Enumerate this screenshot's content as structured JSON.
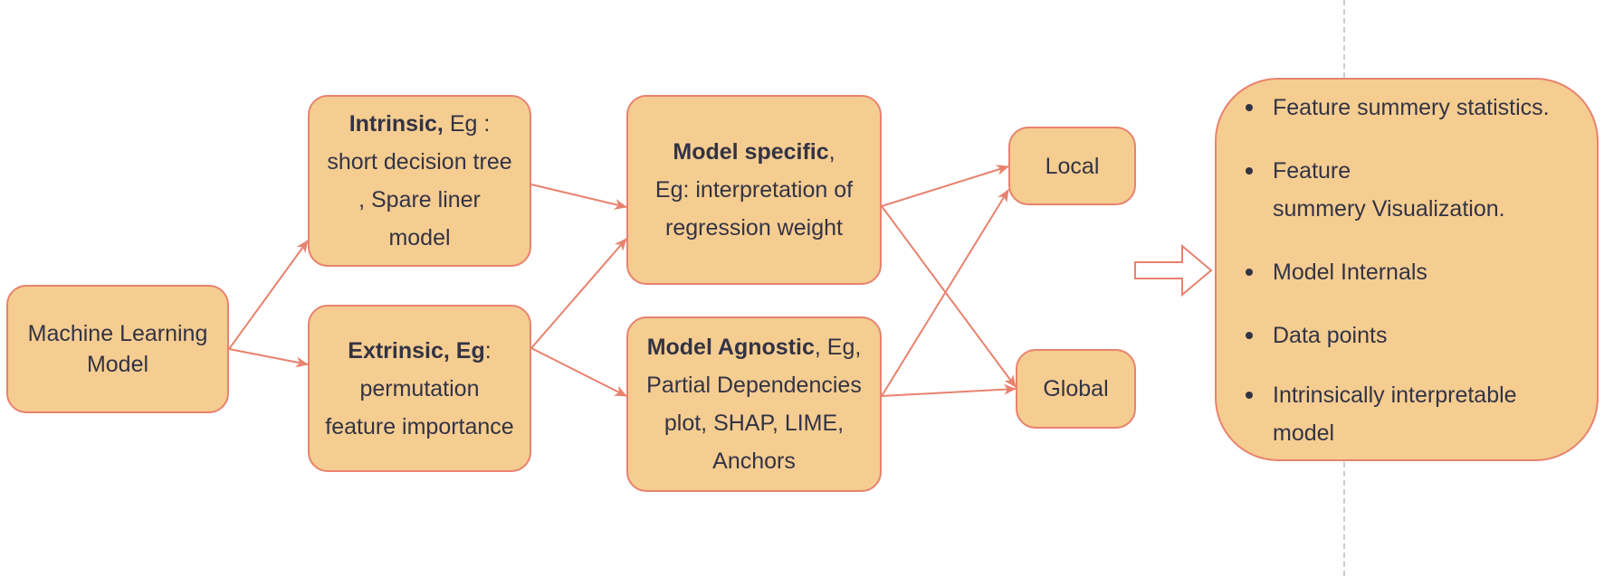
{
  "nodes": {
    "ml": {
      "line1": "Machine Learning",
      "line2": "Model"
    },
    "intrinsic": {
      "bold": "Intrinsic,",
      "rest": " Eg :",
      "line2": "short decision tree",
      "line3": ", Spare liner",
      "line4": "model"
    },
    "extrinsic": {
      "bold": "Extrinsic, Eg",
      "rest": ":",
      "line2": "permutation",
      "line3": "feature importance"
    },
    "specific": {
      "bold": "Model specific",
      "rest": ",",
      "line2": "Eg: interpretation of",
      "line3": "regression weight"
    },
    "agnostic": {
      "bold": "Model Agnostic",
      "rest": ", Eg,",
      "line2": "Partial Dependencies",
      "line3": "plot, SHAP, LIME,",
      "line4": "Anchors"
    },
    "local": {
      "label": "Local"
    },
    "global": {
      "label": "Global"
    }
  },
  "summary": {
    "items": [
      [
        "Feature summery statistics."
      ],
      [
        "Feature",
        "summery Visualization."
      ],
      [
        "Model Internals"
      ],
      [
        "Data points"
      ],
      [
        "Intrinsically interpretable",
        "model"
      ]
    ]
  },
  "colors": {
    "node_fill": "#f5cd91",
    "node_stroke": "#e8826e",
    "edge": "#e8826e",
    "text": "#333344",
    "divider": "#cccccc"
  }
}
